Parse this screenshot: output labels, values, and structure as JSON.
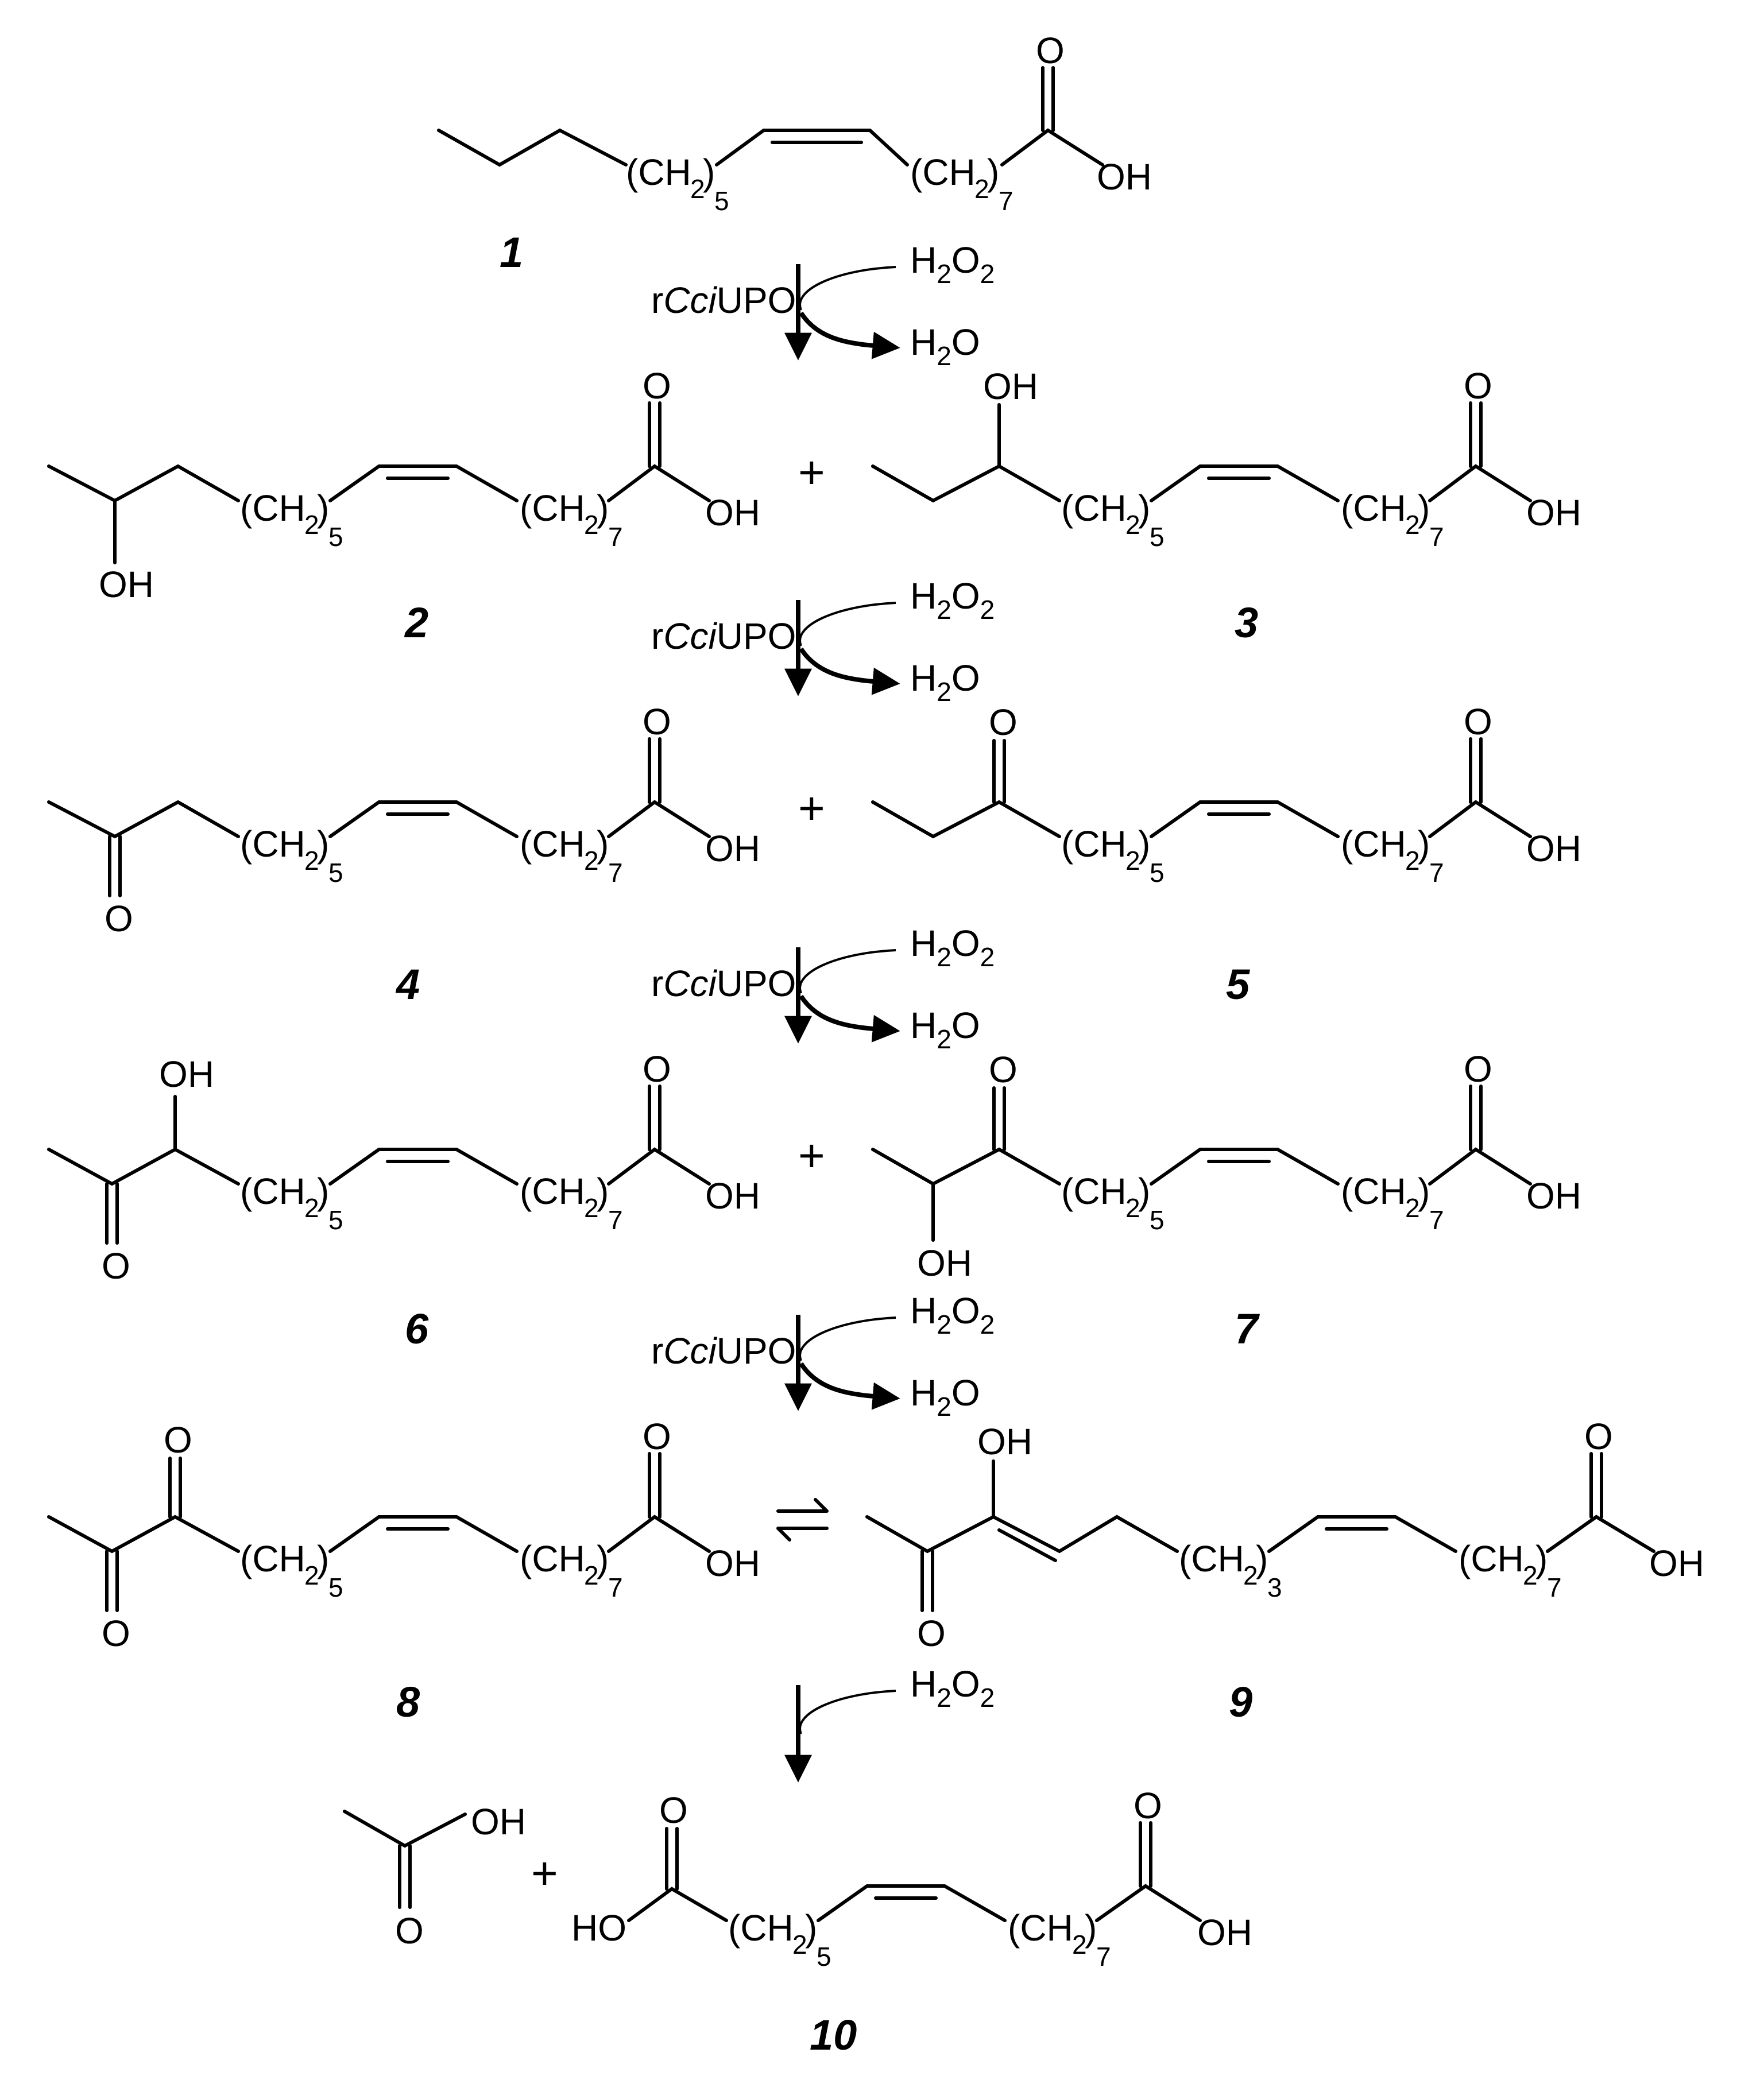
{
  "scheme": {
    "enzyme": [
      "r",
      "Cci",
      "UPO"
    ],
    "h2o2": [
      "H",
      "2",
      "O",
      "2"
    ],
    "h2o": [
      "H",
      "2",
      "O"
    ],
    "plus": "+"
  },
  "atoms": {
    "O": "O",
    "OH": "OH",
    "HO": "HO"
  },
  "chains": {
    "ch2_open": "(CH",
    "ch2_close": ")",
    "ch2_sub": "2",
    "n5": "5",
    "n7": "7",
    "n3": "3"
  },
  "compounds": {
    "c1": "1",
    "c2": "2",
    "c3": "3",
    "c4": "4",
    "c5": "5",
    "c6": "6",
    "c7": "7",
    "c8": "8",
    "c9": "9",
    "c10": "10"
  }
}
